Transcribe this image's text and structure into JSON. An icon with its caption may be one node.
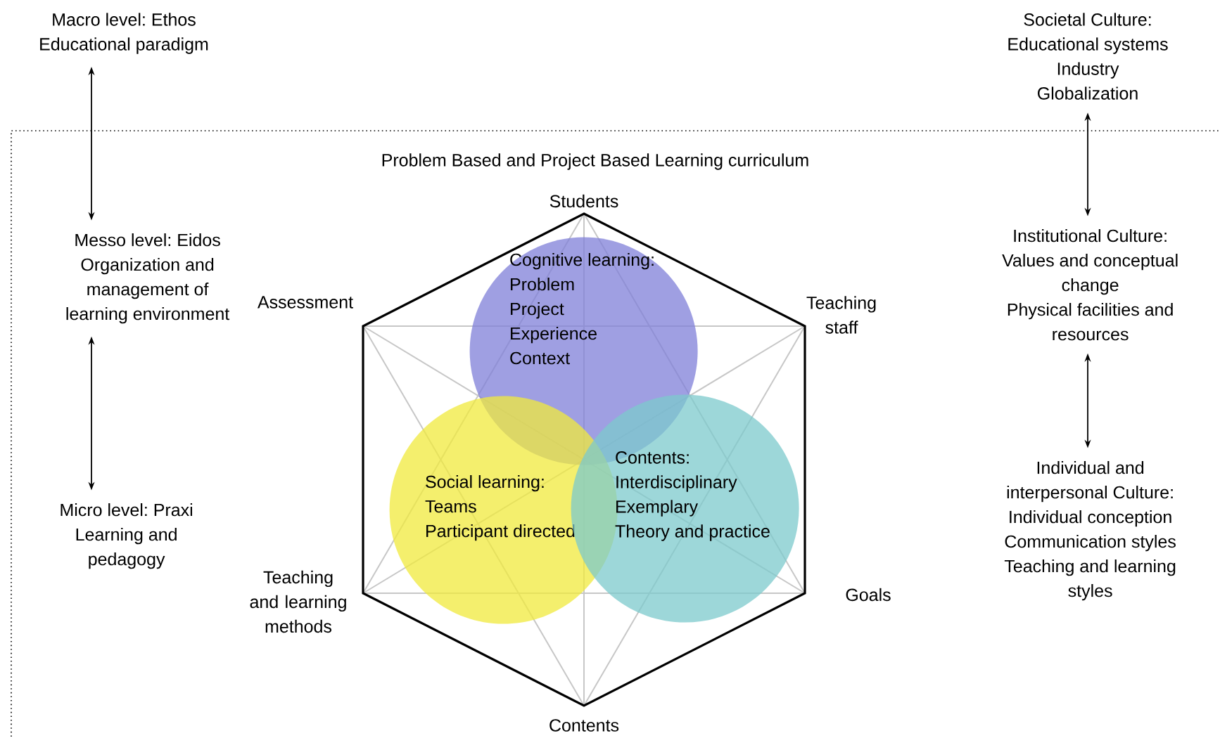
{
  "diagram": {
    "nodes": [
      {
        "text": [
          "Macro level: Ethos",
          "Educational paradigm"
        ]
      },
      {
        "text": [
          "Societal Culture:",
          "Educational systems",
          "Industry",
          "Globalization"
        ]
      },
      {
        "text": [
          "Problem Based and Project Based Learning curriculum"
        ]
      },
      {
        "text": [
          "Messo level: Eidos",
          "Organization and",
          "management of",
          "learning environment"
        ],
        "in": 2
      },
      {
        "text": [
          "Micro level: Praxi",
          "Learning and",
          "pedagogy"
        ],
        "in": 2
      },
      {
        "text": [
          "Institutional Culture:",
          "Values and conceptual",
          "change",
          "Physical facilities and",
          "resources"
        ],
        "in": 2
      },
      {
        "text": [
          "Individual and",
          "interpersonal Culture:",
          "Individual conception",
          "Communication styles",
          "Teaching and learning",
          "styles"
        ],
        "in": 2
      },
      {
        "text": [
          "Cognitive learning:",
          "Problem",
          "Project",
          "Experience",
          "Context"
        ],
        "in": 2
      },
      {
        "text": [
          "Social learning:",
          "Teams",
          "Participant directed"
        ],
        "in": 2
      },
      {
        "text": [
          "Contents:",
          "Interdisciplinary",
          "Exemplary",
          "Theory and practice"
        ],
        "in": 2
      }
    ],
    "edges": [
      {
        "from": 0,
        "to": 3,
        "arrow": "both"
      },
      {
        "from": 3,
        "to": 4,
        "arrow": "both"
      },
      {
        "from": 1,
        "to": 5,
        "arrow": "both"
      },
      {
        "from": 5,
        "to": 6,
        "arrow": "both"
      }
    ],
    "labels": [
      "Students",
      "Assessment",
      "Teaching staff",
      "Teaching and learning methods",
      "Goals",
      "Contents"
    ]
  }
}
